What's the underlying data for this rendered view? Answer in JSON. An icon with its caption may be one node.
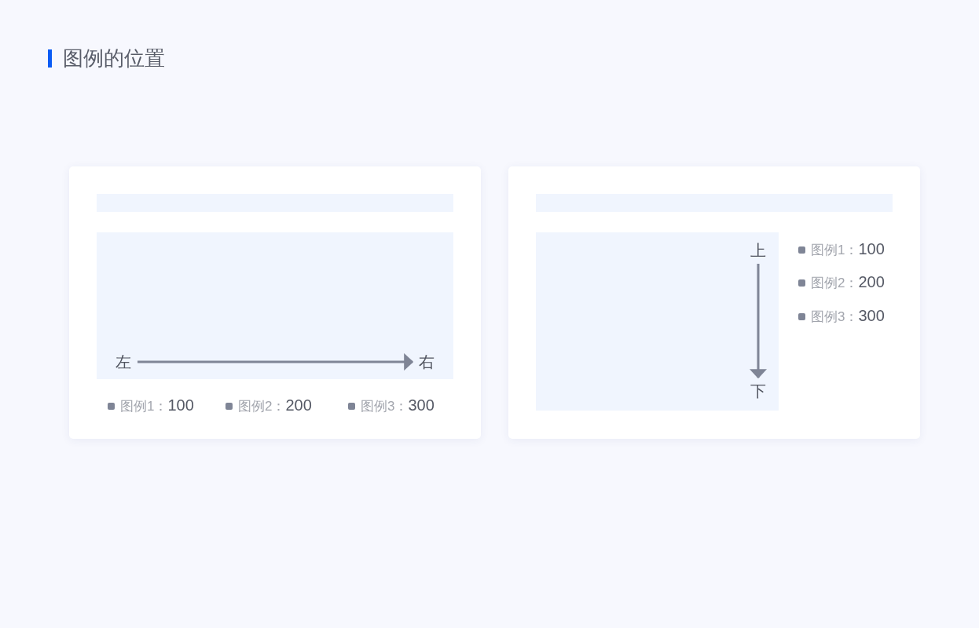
{
  "diagram": {
    "title": "图例的位置",
    "nodes": [
      {
        "text": [],
        "shape": "box"
      },
      {
        "text": [],
        "shape": "bar",
        "in": 0
      },
      {
        "text": [],
        "shape": "box",
        "in": 0
      },
      {
        "text": [
          "左"
        ],
        "in": 2
      },
      {
        "text": [
          "右"
        ],
        "in": 2
      },
      {
        "text": [],
        "shape": "box"
      },
      {
        "text": [],
        "shape": "bar",
        "in": 5
      },
      {
        "text": [],
        "shape": "box",
        "in": 5
      },
      {
        "text": [
          "上"
        ],
        "in": 7
      },
      {
        "text": [
          "下"
        ],
        "in": 7
      }
    ],
    "edges": [
      {
        "from": 3,
        "to": 4,
        "arrow": "to"
      },
      {
        "from": 8,
        "to": 9,
        "arrow": "to"
      }
    ],
    "legend": [
      {
        "text": "图例1：**100**",
        "color": "#7f8596"
      },
      {
        "text": "图例2：**200**",
        "color": "#7f8596"
      },
      {
        "text": "图例3：**300**",
        "color": "#7f8596"
      },
      {
        "text": "图例1：**100**",
        "color": "#7f8596"
      },
      {
        "text": "图例2：**200**",
        "color": "#7f8596"
      },
      {
        "text": "图例3：**300**",
        "color": "#7f8596"
      }
    ]
  }
}
